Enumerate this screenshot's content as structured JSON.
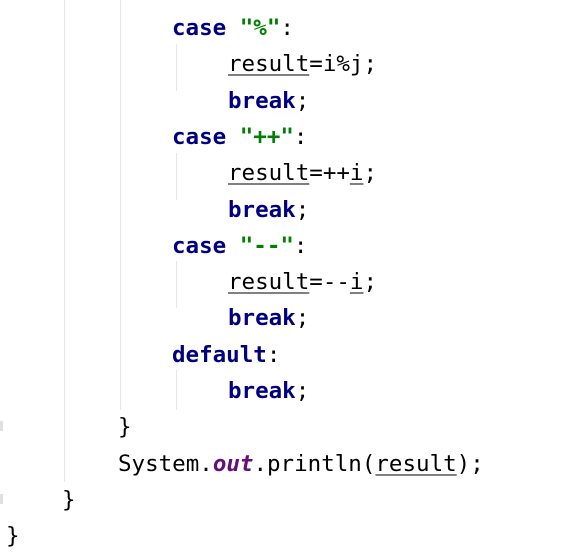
{
  "editor": {
    "colors": {
      "keyword": "#000080",
      "string": "#008000",
      "static_field": "#660e7a",
      "plain": "#000000",
      "indent_guide": "#e6e6e6",
      "background": "#ffffff"
    },
    "lines": [
      {
        "name": "case-percent",
        "indent": 3,
        "tokens": [
          {
            "t": "case",
            "c": "kw"
          },
          {
            "t": " ",
            "c": "plain"
          },
          {
            "t": "\"%\"",
            "c": "str"
          },
          {
            "t": ":",
            "c": "plain"
          }
        ]
      },
      {
        "name": "assign-modulo",
        "indent": 4,
        "tokens": [
          {
            "t": "result",
            "c": "var"
          },
          {
            "t": "=i%j;",
            "c": "plain"
          }
        ]
      },
      {
        "name": "break-1",
        "indent": 4,
        "tokens": [
          {
            "t": "break",
            "c": "kw"
          },
          {
            "t": ";",
            "c": "plain"
          }
        ]
      },
      {
        "name": "case-increment",
        "indent": 3,
        "tokens": [
          {
            "t": "case",
            "c": "kw"
          },
          {
            "t": " ",
            "c": "plain"
          },
          {
            "t": "\"++\"",
            "c": "str"
          },
          {
            "t": ":",
            "c": "plain"
          }
        ]
      },
      {
        "name": "assign-increment",
        "indent": 4,
        "tokens": [
          {
            "t": "result",
            "c": "var"
          },
          {
            "t": "=++",
            "c": "plain"
          },
          {
            "t": "i",
            "c": "var"
          },
          {
            "t": ";",
            "c": "plain"
          }
        ]
      },
      {
        "name": "break-2",
        "indent": 4,
        "tokens": [
          {
            "t": "break",
            "c": "kw"
          },
          {
            "t": ";",
            "c": "plain"
          }
        ]
      },
      {
        "name": "case-decrement",
        "indent": 3,
        "tokens": [
          {
            "t": "case",
            "c": "kw"
          },
          {
            "t": " ",
            "c": "plain"
          },
          {
            "t": "\"--\"",
            "c": "str"
          },
          {
            "t": ":",
            "c": "plain"
          }
        ]
      },
      {
        "name": "assign-decrement",
        "indent": 4,
        "tokens": [
          {
            "t": "result",
            "c": "var"
          },
          {
            "t": "=--",
            "c": "plain"
          },
          {
            "t": "i",
            "c": "var"
          },
          {
            "t": ";",
            "c": "plain"
          }
        ]
      },
      {
        "name": "break-3",
        "indent": 4,
        "tokens": [
          {
            "t": "break",
            "c": "kw"
          },
          {
            "t": ";",
            "c": "plain"
          }
        ]
      },
      {
        "name": "default-label",
        "indent": 3,
        "tokens": [
          {
            "t": "default",
            "c": "kw"
          },
          {
            "t": ":",
            "c": "plain"
          }
        ]
      },
      {
        "name": "break-4",
        "indent": 4,
        "tokens": [
          {
            "t": "break",
            "c": "kw"
          },
          {
            "t": ";",
            "c": "plain"
          }
        ]
      },
      {
        "name": "switch-close-brace",
        "indent": 2,
        "tokens": [
          {
            "t": "}",
            "c": "plain"
          }
        ]
      },
      {
        "name": "println-call",
        "indent": 2,
        "tokens": [
          {
            "t": "System.",
            "c": "plain"
          },
          {
            "t": "out",
            "c": "fld"
          },
          {
            "t": ".println(",
            "c": "plain"
          },
          {
            "t": "result",
            "c": "var"
          },
          {
            "t": ");",
            "c": "plain"
          }
        ]
      },
      {
        "name": "method-close-brace",
        "indent": 1,
        "tokens": [
          {
            "t": "}",
            "c": "plain"
          }
        ]
      },
      {
        "name": "class-close-brace",
        "indent": 0,
        "tokens": [
          {
            "t": "}",
            "c": "plain"
          }
        ]
      }
    ]
  }
}
